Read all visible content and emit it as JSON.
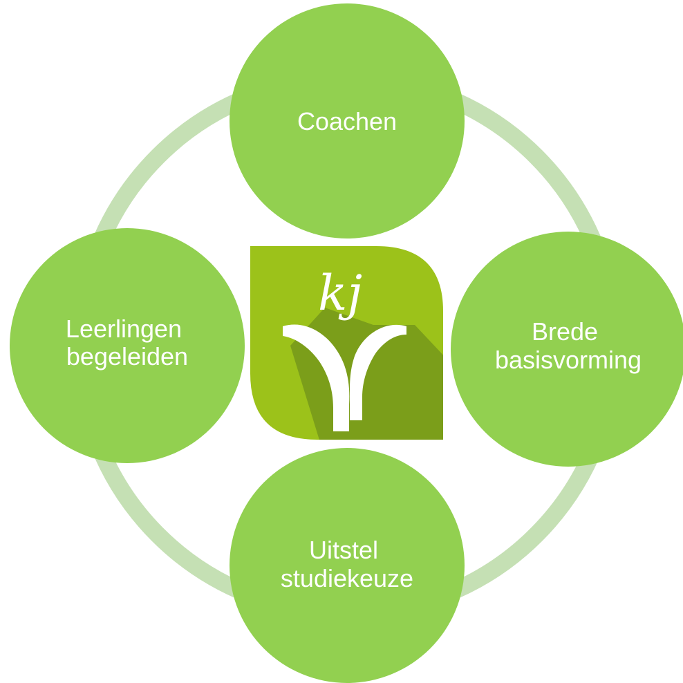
{
  "diagram": {
    "center_logo": {
      "text": "kj",
      "colors": {
        "leaf_light": "#9cc21a",
        "leaf_dark": "#7b9e1a",
        "mark": "#ffffff"
      }
    },
    "nodes": [
      {
        "id": "top",
        "lines": [
          "Coachen"
        ]
      },
      {
        "id": "right",
        "lines": [
          "Brede",
          "basisvorming"
        ]
      },
      {
        "id": "bottom",
        "lines": [
          "Uitstel",
          "studiekeuze"
        ]
      },
      {
        "id": "left",
        "lines": [
          "Leerlingen",
          "begeleiden"
        ]
      }
    ],
    "colors": {
      "node_fill": "#92d050",
      "ring": "#c5e0b4",
      "label": "#ffffff"
    }
  }
}
